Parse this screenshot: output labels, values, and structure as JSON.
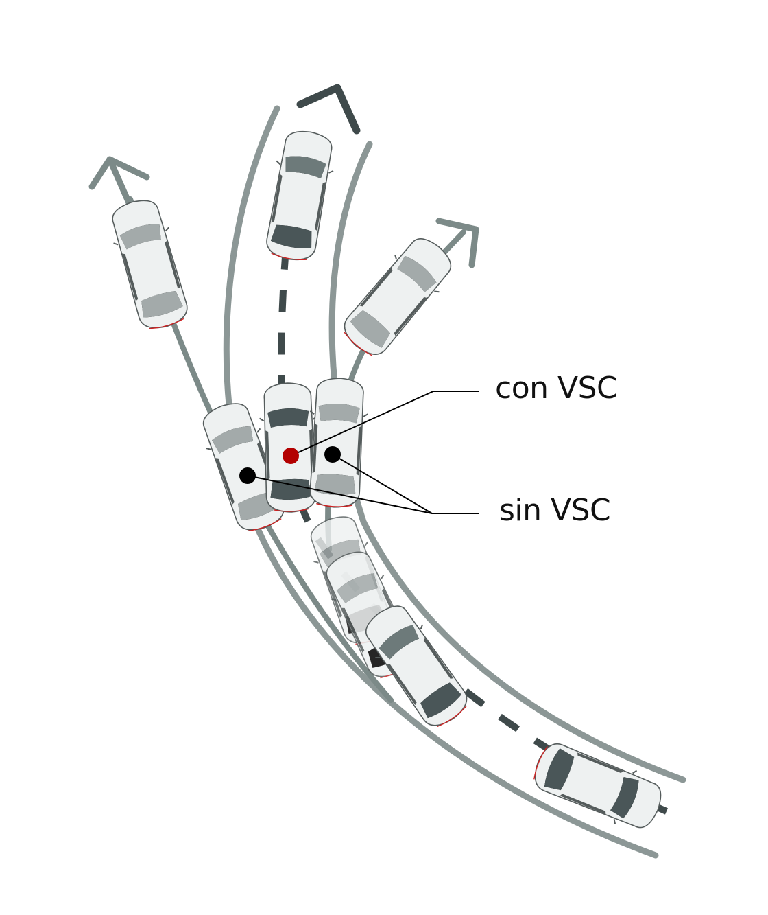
{
  "labels": {
    "with_vsc": "con VSC",
    "without_vsc": "sin VSC"
  },
  "colors": {
    "road": "#8c9796",
    "path_dark": "#3f4a4b",
    "arrow_light": "#7c8a88",
    "car_body": "#eef1f1",
    "car_outline": "#555c5c",
    "glass_dark": "#4a5658",
    "glass_mid": "#6d7a7a",
    "glass_light": "#a3aaaa",
    "marker_red": "#b30000",
    "marker_black": "#000000",
    "leader_line": "#000000"
  },
  "icons": {
    "car": "car-topview-icon",
    "arrow": "arrowhead-icon",
    "marker": "dot-marker"
  }
}
